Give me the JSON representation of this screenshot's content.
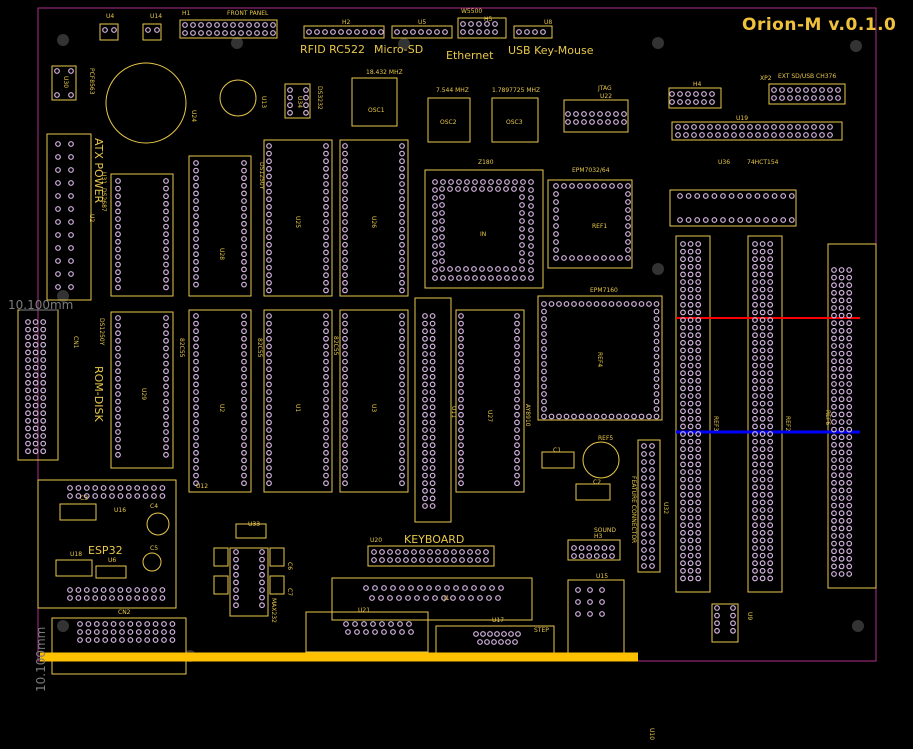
{
  "board": {
    "title": "Orion-M v.0.1.0",
    "colors": {
      "background": "#000000",
      "outline": "#b0308a",
      "silk": "#e8c84a",
      "pad": "#d4b3e0",
      "trace_red": "#ff0000",
      "trace_blue": "#0000ff",
      "trace_yellow": "#ffc000",
      "mount_hole": "#3a3a3a"
    }
  },
  "labels": {
    "u4": "U4",
    "u14": "U14",
    "h1": "H1",
    "front_panel": "FRONT PANEL",
    "h2": "H2",
    "rfid": "RFID RC522",
    "u5": "U5",
    "micro_sd": "Micro-SD",
    "w5500": "W5500",
    "h5": "H5",
    "ethernet": "Ethernet",
    "u8": "U8",
    "usb_km": "USB Key-Mouse",
    "u30": "U30",
    "pcf8563": "PCF8563",
    "u24": "U24",
    "u13": "U13",
    "u34": "U34",
    "ds3232": "DS3232",
    "osc1_freq": "18.432 MHZ",
    "osc1": "OSC1",
    "osc2_freq": "7.544 MHZ",
    "osc2": "OSC2",
    "osc3_freq": "1.7897725 MHZ",
    "osc3": "OSC3",
    "jtag": "JTAG",
    "u22": "U22",
    "h4": "H4",
    "xp2": "XP2",
    "ext_sd": "EXT SD/USB CH376",
    "u19": "U19",
    "atx_power": "ATX POWER",
    "u2v": "U2",
    "u31": "U31",
    "ds2687": "DS2687",
    "u28": "U28",
    "u25": "U25",
    "u26": "U26",
    "ds1250y": "DS1250Y",
    "z180": "Z180",
    "in": "IN",
    "epm7032": "EPM7032/64",
    "ref1": "REF1",
    "u36": "U36",
    "u74hct154": "74HCT154",
    "dim_top": "10.100mm",
    "dim_bottom": "10.100mm",
    "rom_disk": "ROM-DISK",
    "cn1": "CN1",
    "u29": "U29",
    "ds1250y_b": "DS1250Y",
    "u2": "U2",
    "u1": "U1",
    "u3": "U3",
    "u11": "U11",
    "u27": "U27",
    "u12": "U12",
    "i8255_a": "82C55",
    "i8255_b": "82C55",
    "i8255_c": "82C55",
    "ay8910": "AY8910",
    "epm7160": "EPM7160",
    "ref4": "REF4",
    "ref5": "REF5",
    "c1": "C1",
    "c2": "C2",
    "feature_conn": "FEATURE CONNECTOR",
    "u32": "U32",
    "ref3": "REF3",
    "ref2": "REF2",
    "ref6": "REF6",
    "esp32": "ESP32",
    "c4": "C4",
    "c5": "C5",
    "u16": "U16",
    "u18": "U18",
    "u6": "U6",
    "c3": "C3",
    "u33": "U33",
    "c6": "C6",
    "c7": "C7",
    "max232": "MAX232",
    "u20": "U20",
    "keyboard": "KEYBOARD",
    "j1": "J1",
    "u21": "U21",
    "u17": "U17",
    "step": "STEP",
    "sound": "SOUND",
    "h3": "H3",
    "u15": "U15",
    "j2": "J2",
    "cn2": "CN2",
    "u9": "U9",
    "u10": "U10",
    "rp": "RP"
  }
}
